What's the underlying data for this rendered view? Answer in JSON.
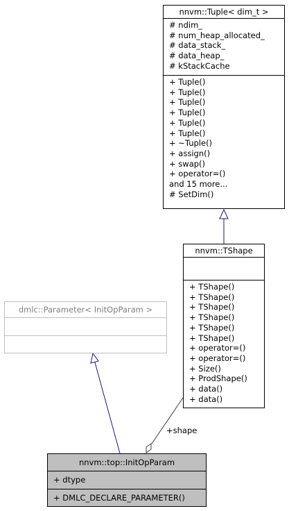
{
  "tuple": {
    "title": "nnvm::Tuple< dim_t >",
    "attributes": [
      "# ndim_",
      "# num_heap_allocated_",
      "# data_stack_",
      "# data_heap_",
      "# kStackCache"
    ],
    "methods": [
      "+ Tuple()",
      "+ Tuple()",
      "+ Tuple()",
      "+ Tuple()",
      "+ Tuple()",
      "+ Tuple()",
      "+ ~Tuple()",
      "+ assign()",
      "+ swap()",
      "+ operator=()",
      "and 15 more...",
      "# SetDim()"
    ]
  },
  "tshape": {
    "title": "nnvm::TShape",
    "attributes": [],
    "methods": [
      "+ TShape()",
      "+ TShape()",
      "+ TShape()",
      "+ TShape()",
      "+ TShape()",
      "+ TShape()",
      "+ operator=()",
      "+ operator=()",
      "+ Size()",
      "+ ProdShape()",
      "+ data()",
      "+ data()"
    ]
  },
  "dmlc_parameter": {
    "title": "dmlc::Parameter< InitOpParam >",
    "attributes": [],
    "methods": []
  },
  "initopparam": {
    "title": "nnvm::top::InitOpParam",
    "attributes": [
      "+ dtype"
    ],
    "methods": [
      "+ DMLC_DECLARE_PARAMETER()"
    ]
  },
  "edges": {
    "shape_label": "+shape"
  },
  "colors": {
    "inheritance_edge": "#191970",
    "border": "#000000",
    "template_border": "#bfbfbf",
    "highlight_fill": "#bfbfbf"
  }
}
